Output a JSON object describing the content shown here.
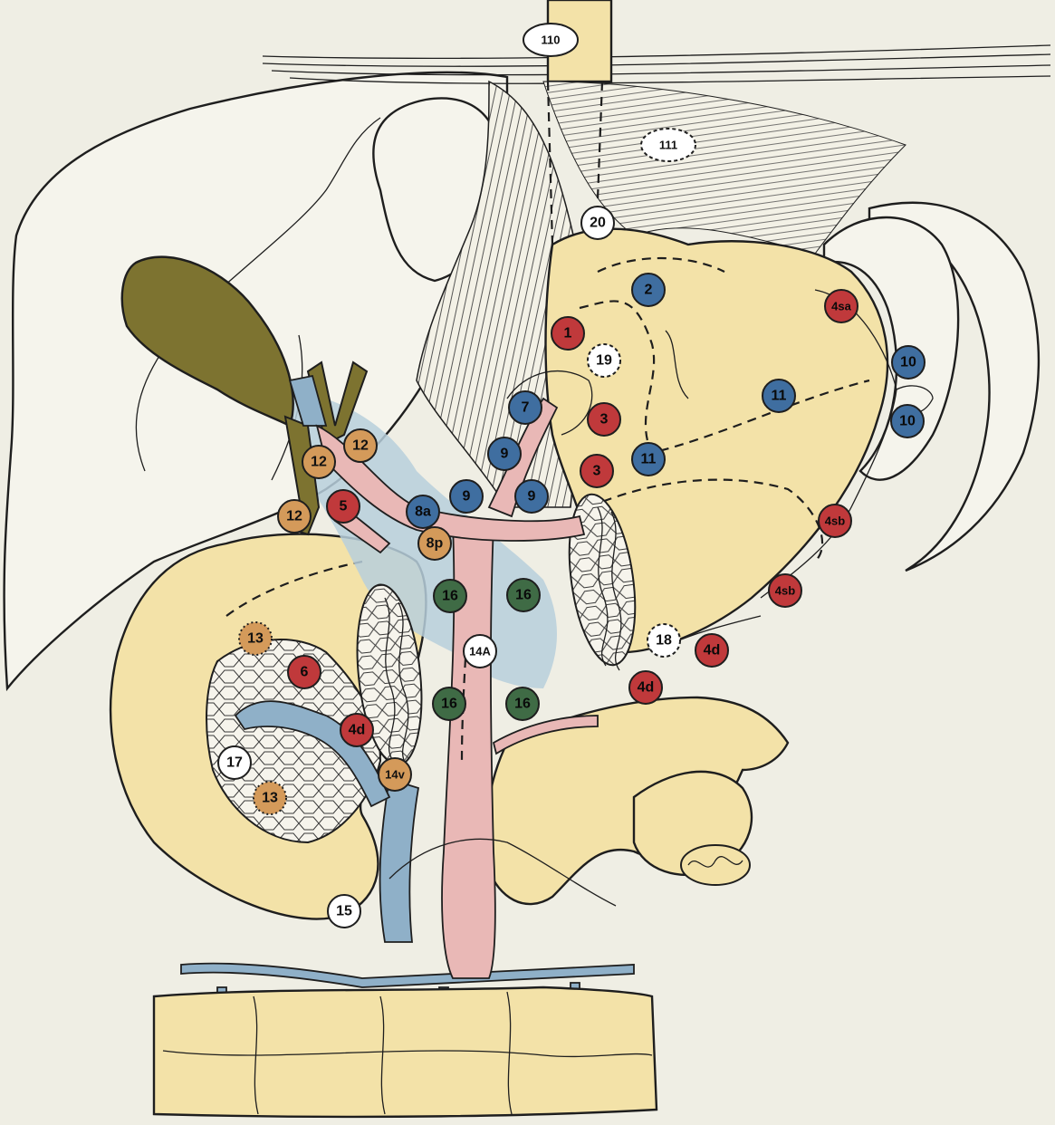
{
  "colors": {
    "background": "#efeee4",
    "organ_yellow": "#f3e2a8",
    "gallbladder": "#7d7330",
    "artery_pink": "#e9b8b6",
    "vein_blue": "#8fb0c8",
    "pale_blue": "#b7cfdc",
    "node_red": "#c0393b",
    "node_blue": "#3f6ea0",
    "node_green": "#3f6b45",
    "node_orange": "#d49a5a",
    "node_white": "#ffffff"
  },
  "diagram": {
    "title": "",
    "nodes": [
      {
        "label": "110",
        "group": "white-oval"
      },
      {
        "label": "111",
        "group": "white-dashed"
      },
      {
        "label": "20",
        "group": "white"
      },
      {
        "label": "19",
        "group": "white-dashed"
      },
      {
        "label": "18",
        "group": "white-dashed"
      },
      {
        "label": "17",
        "group": "white"
      },
      {
        "label": "15",
        "group": "white"
      },
      {
        "label": "14A",
        "group": "white"
      },
      {
        "label": "1",
        "group": "red"
      },
      {
        "label": "3",
        "group": "red"
      },
      {
        "label": "3",
        "group": "red"
      },
      {
        "label": "5",
        "group": "red"
      },
      {
        "label": "6",
        "group": "red"
      },
      {
        "label": "4sa",
        "group": "red"
      },
      {
        "label": "4sb",
        "group": "red"
      },
      {
        "label": "4sb",
        "group": "red"
      },
      {
        "label": "4d",
        "group": "red"
      },
      {
        "label": "4d",
        "group": "red"
      },
      {
        "label": "4d",
        "group": "red"
      },
      {
        "label": "2",
        "group": "blue"
      },
      {
        "label": "7",
        "group": "blue"
      },
      {
        "label": "9",
        "group": "blue"
      },
      {
        "label": "9",
        "group": "blue"
      },
      {
        "label": "9",
        "group": "blue"
      },
      {
        "label": "8a",
        "group": "blue"
      },
      {
        "label": "11",
        "group": "blue"
      },
      {
        "label": "11",
        "group": "blue"
      },
      {
        "label": "10",
        "group": "blue"
      },
      {
        "label": "10",
        "group": "blue"
      },
      {
        "label": "16",
        "group": "green"
      },
      {
        "label": "16",
        "group": "green"
      },
      {
        "label": "16",
        "group": "green"
      },
      {
        "label": "16",
        "group": "green"
      },
      {
        "label": "12",
        "group": "orange"
      },
      {
        "label": "12",
        "group": "orange"
      },
      {
        "label": "12",
        "group": "orange"
      },
      {
        "label": "8p",
        "group": "orange"
      },
      {
        "label": "14v",
        "group": "orange"
      },
      {
        "label": "13",
        "group": "orange-dotted"
      },
      {
        "label": "13",
        "group": "orange-dotted"
      }
    ]
  }
}
